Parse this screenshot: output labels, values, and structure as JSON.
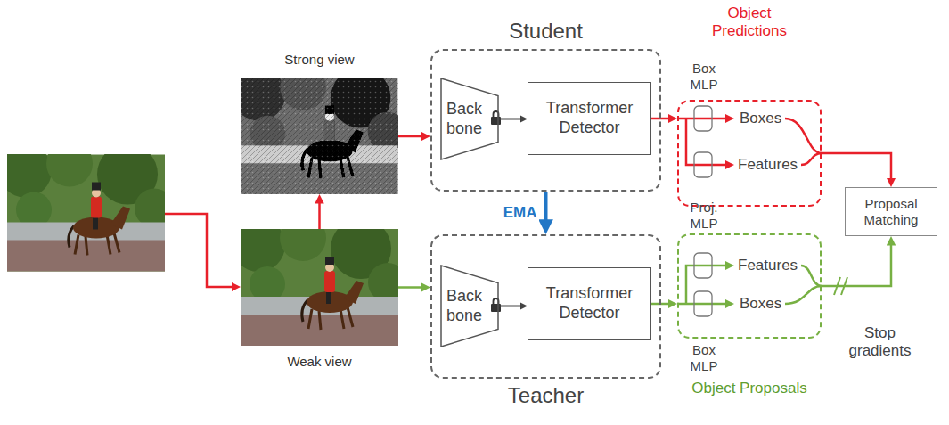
{
  "diagram": {
    "nodes": [
      {
        "text": [
          "Strong view"
        ]
      },
      {
        "text": [
          "Weak view"
        ]
      },
      {
        "text": [
          "Student"
        ]
      },
      {
        "text": [
          "Back bone"
        ],
        "in": 2
      },
      {
        "text": [
          "Transformer Detector"
        ],
        "in": 2
      },
      {
        "text": [
          "Teacher"
        ]
      },
      {
        "text": [
          "Back bone"
        ],
        "in": 5
      },
      {
        "text": [
          "Transformer Detector"
        ],
        "in": 5
      },
      {
        "text": [
          "Object Predictions"
        ]
      },
      {
        "text": [
          "Object Proposals"
        ]
      },
      {
        "text": [
          "Proposal Matching"
        ]
      }
    ],
    "edges": [
      {
        "from": 1,
        "to": 0,
        "arrow": "to"
      },
      {
        "from": 0,
        "to": 2,
        "arrow": "to"
      },
      {
        "from": 1,
        "to": 5,
        "arrow": "to"
      },
      {
        "from": 2,
        "to": 5,
        "label": "EMA",
        "arrow": "to"
      },
      {
        "from": 3,
        "to": 4,
        "arrow": "to"
      },
      {
        "from": 4,
        "to": 8,
        "arrow": "to"
      },
      {
        "from": 6,
        "to": 7,
        "arrow": "to"
      },
      {
        "from": 7,
        "to": 9,
        "arrow": "to"
      },
      {
        "from": 8,
        "to": 10,
        "arrow": "to"
      },
      {
        "from": 9,
        "to": 10,
        "arrow": "to"
      }
    ],
    "labels": [
      "Box MLP",
      "Boxes",
      "Features",
      "Proj. MLP",
      "Features",
      "Boxes",
      "Box MLP",
      "Stop gradients"
    ]
  }
}
